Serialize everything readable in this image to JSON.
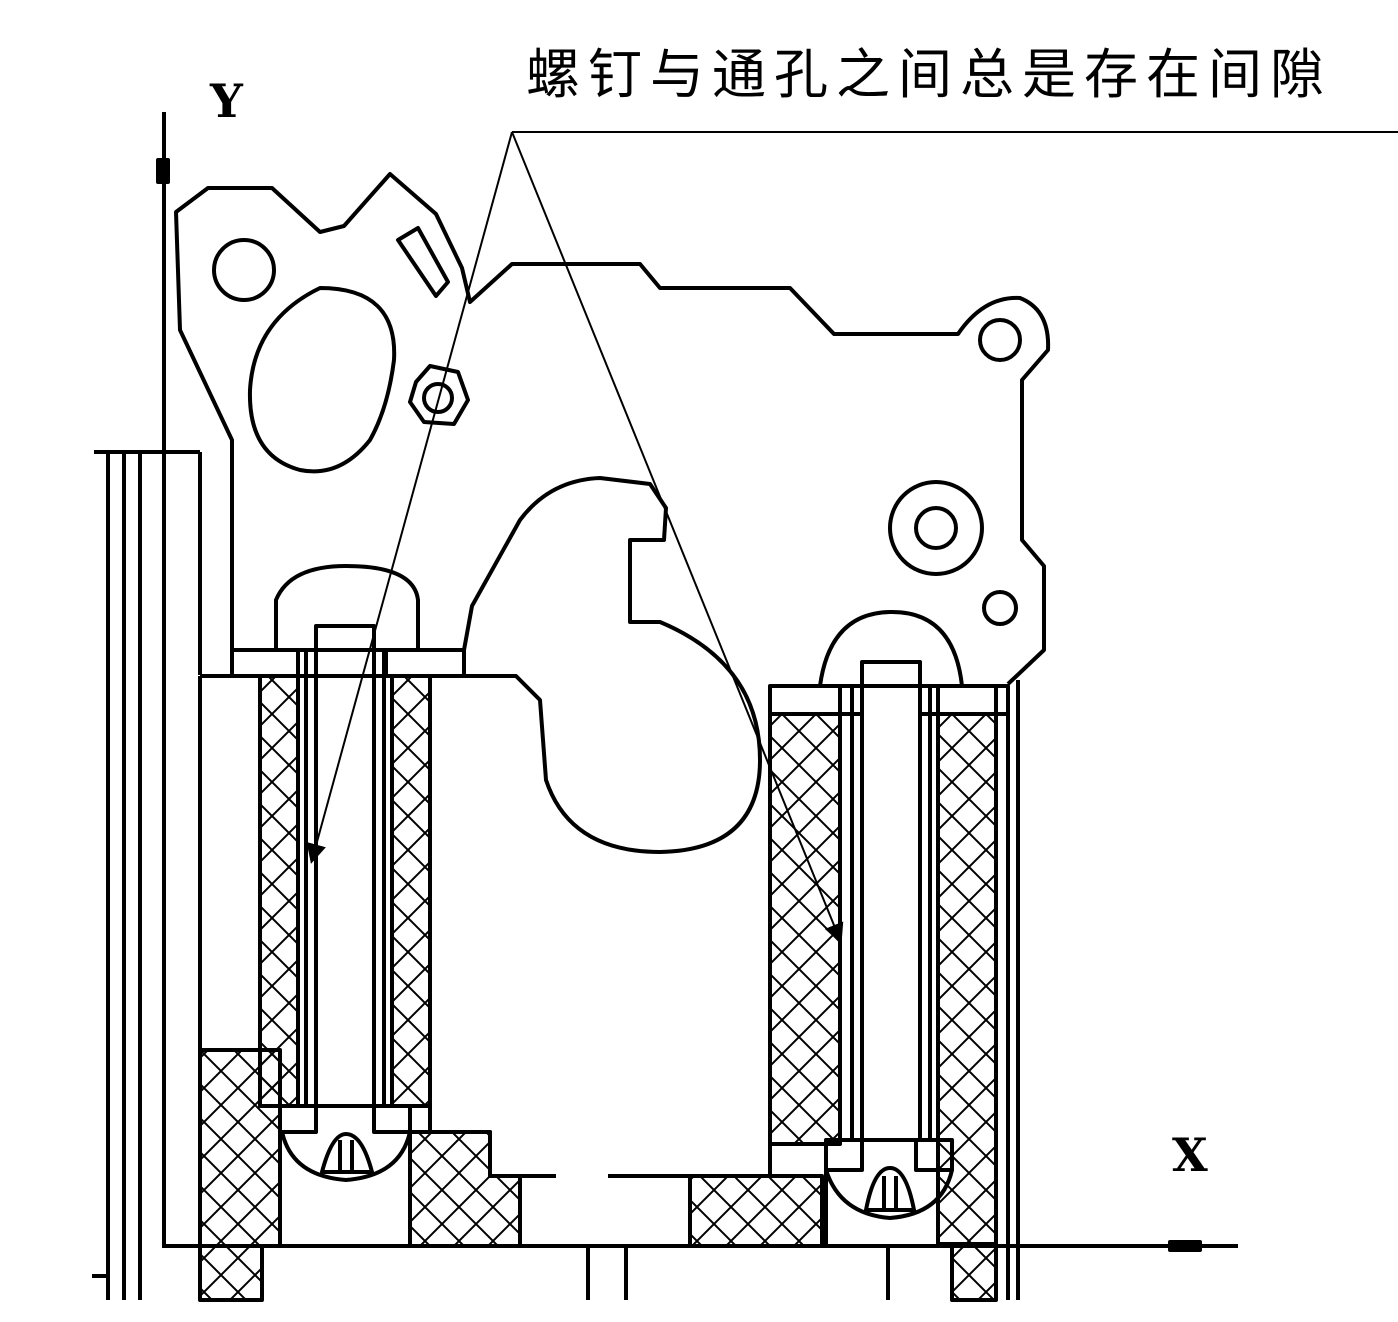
{
  "annotation": {
    "text": "螺钉与通孔之间总是存在间隙"
  },
  "axes": {
    "y_label": "Y",
    "x_label": "X"
  },
  "colors": {
    "line": "#000000",
    "background": "#ffffff"
  }
}
